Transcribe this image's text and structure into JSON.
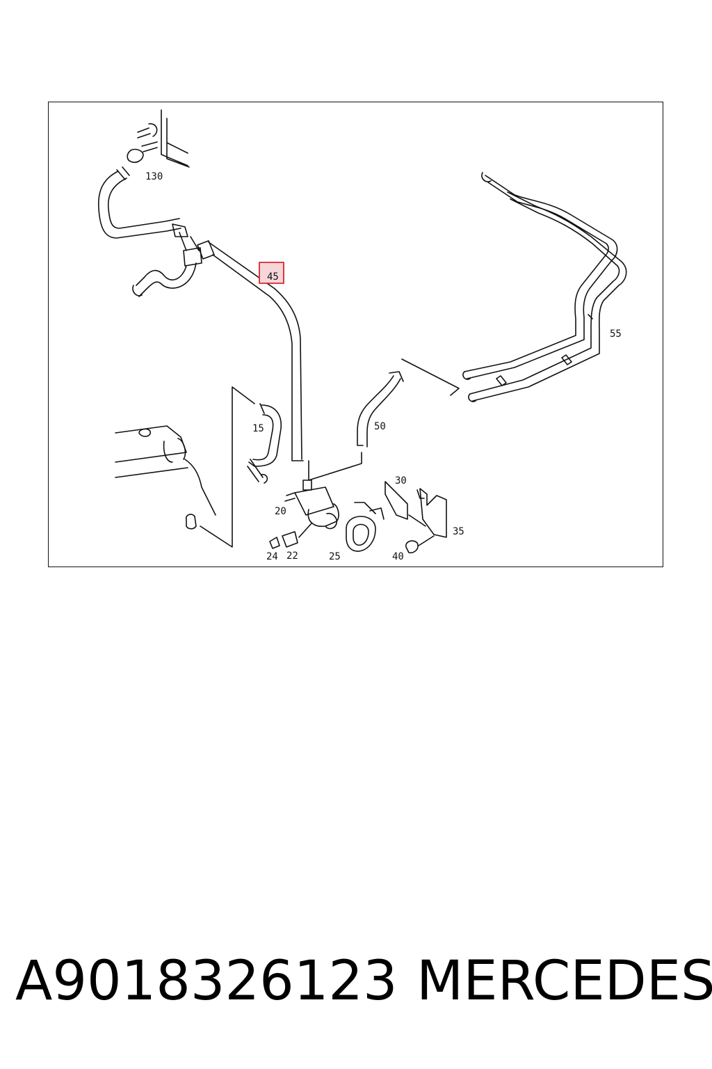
{
  "diagram": {
    "highlighted_callout": "45",
    "callouts": [
      "130",
      "15",
      "50",
      "55",
      "20",
      "30",
      "35",
      "24",
      "22",
      "25",
      "40"
    ],
    "highlight_color": "#d9262c",
    "highlight_fill": "#f6d6d8",
    "line_color": "#111111"
  },
  "footer": {
    "part_number": "A9018326123",
    "brand": "MERCEDES"
  }
}
